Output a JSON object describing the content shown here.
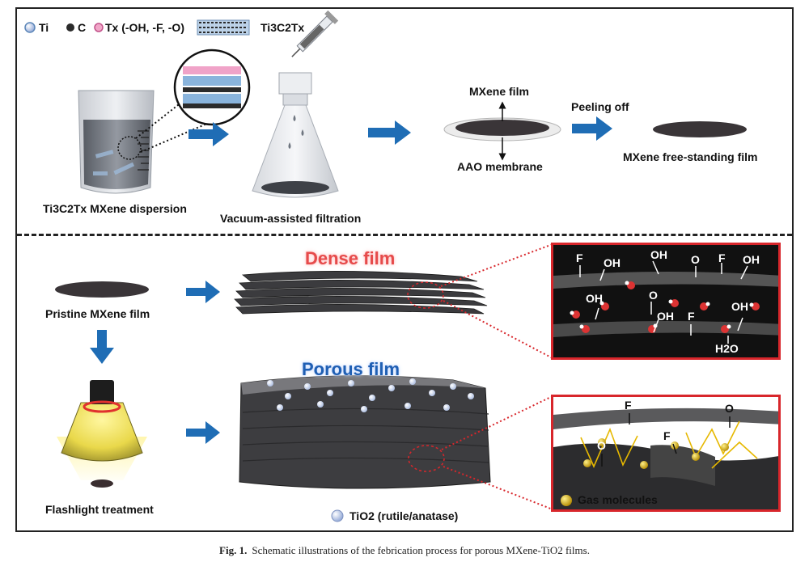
{
  "legend": {
    "ti": "Ti",
    "c": "C",
    "tx": "Tx (-OH, -F, -O)",
    "mxene": "Ti3C2Tx"
  },
  "top": {
    "dispersion_label": "Ti3C2Tx MXene dispersion",
    "filtration_label": "Vacuum-assisted filtration",
    "mxene_film_label": "MXene film",
    "aao_label": "AAO membrane",
    "peeling_label": "Peeling off",
    "freestanding_label": "MXene free-standing film"
  },
  "bottom": {
    "pristine_label": "Pristine MXene film",
    "flashlight_label": "Flashlight treatment",
    "dense_title": "Dense film",
    "porous_title": "Porous film",
    "tio2_label": "TiO2 (rutile/anatase)",
    "dense_zoom_labels": [
      "F",
      "OH",
      "OH",
      "O",
      "F",
      "OH",
      "OH",
      "O",
      "OH",
      "F",
      "OH",
      "H2O"
    ],
    "porous_zoom_labels": [
      "F",
      "O",
      "O",
      "F"
    ],
    "gas_label": "Gas molecules"
  },
  "caption": {
    "figno": "Fig. 1.",
    "text": "Schematic illustrations of the febrication process for porous MXene-TiO2 films."
  },
  "colors": {
    "arrow": "#1f6db5",
    "zoom_border": "#d8262b",
    "dense_title": "#e64b4b",
    "porous_title": "#1f5fb3",
    "film": "#3a3a3a",
    "gas": "#d4a017"
  }
}
